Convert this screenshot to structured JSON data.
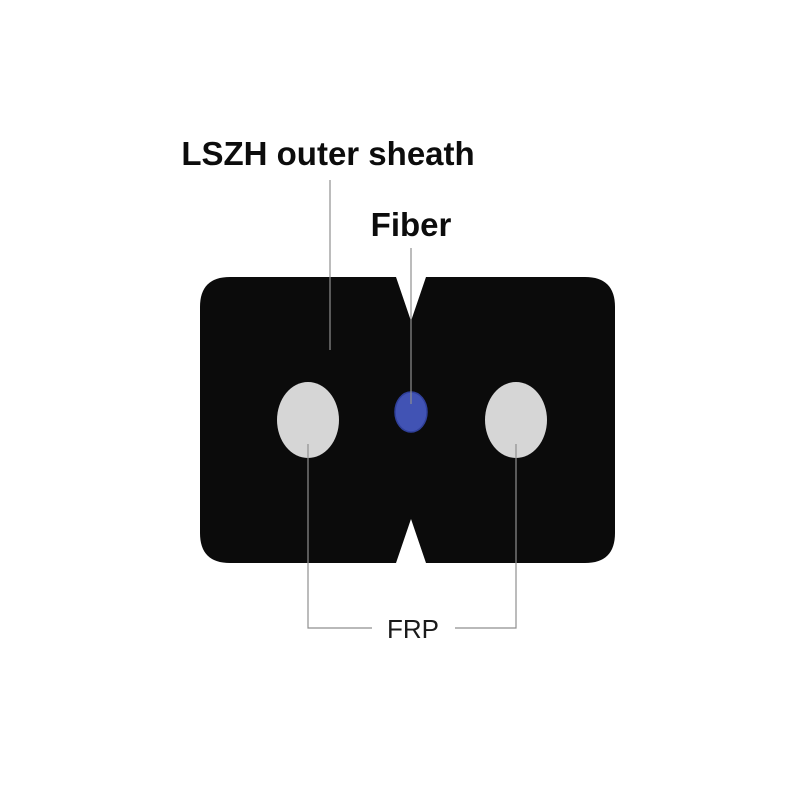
{
  "diagram": {
    "type": "cross-section-diagram",
    "subject": "FTTH flat drop cable cross section",
    "labels": {
      "sheath": "LSZH outer sheath",
      "fiber": "Fiber",
      "frp": "FRP"
    },
    "colors": {
      "background": "#ffffff",
      "body": "#0b0b0b",
      "frp_member": "#d6d6d6",
      "fiber_core": "#4153b4",
      "pointer_line": "#8f8f8f",
      "text": "#0c0c0c"
    },
    "components": [
      {
        "label": "LSZH outer sheath",
        "shape": "flat rounded rectangle with top and bottom V-notches",
        "color": "#0b0b0b"
      },
      {
        "label": "FRP",
        "shape": "two gray ellipses (left and right strength members)",
        "color": "#d6d6d6"
      },
      {
        "label": "Fiber",
        "shape": "small blue ellipse at center",
        "color": "#4153b4"
      }
    ]
  }
}
